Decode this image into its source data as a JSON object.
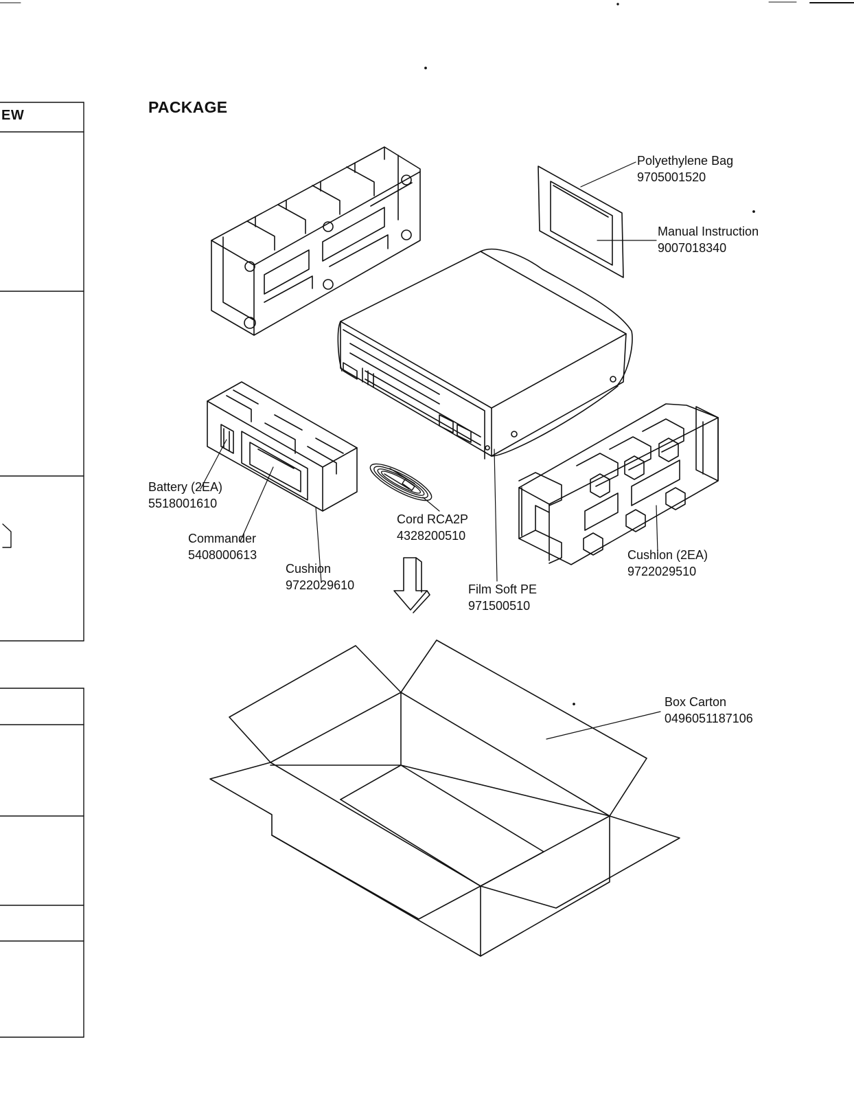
{
  "section_tab": "EW",
  "title": "PACKAGE",
  "parts": [
    {
      "id": "polyethylene-bag",
      "name": "Polyethylene Bag",
      "part_no": "9705001520"
    },
    {
      "id": "manual-instruction",
      "name": "Manual Instruction",
      "part_no": "9007018340"
    },
    {
      "id": "battery",
      "name": "Battery (2EA)",
      "part_no": "5518001610"
    },
    {
      "id": "commander",
      "name": "Commander",
      "part_no": "5408000613"
    },
    {
      "id": "cushion-single",
      "name": "Cushion",
      "part_no": "9722029610"
    },
    {
      "id": "cord",
      "name": "Cord RCA2P",
      "part_no": "4328200510"
    },
    {
      "id": "film",
      "name": "Film Soft PE",
      "part_no": "971500510"
    },
    {
      "id": "cushion-pair",
      "name": "Cushion (2EA)",
      "part_no": "9722029510"
    },
    {
      "id": "box-carton",
      "name": "Box Carton",
      "part_no": "0496051187106"
    }
  ]
}
